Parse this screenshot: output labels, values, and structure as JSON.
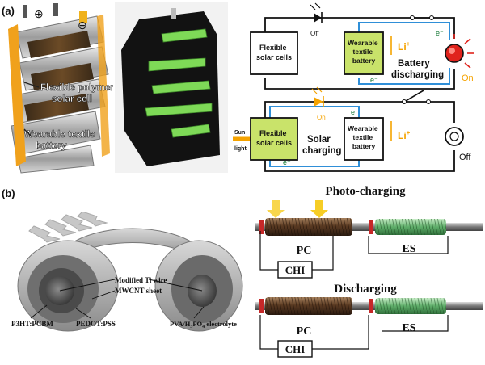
{
  "panel_a": {
    "label": "(a)",
    "photo_left": {
      "labels": {
        "solar_cell": "Flexible polymer\nsolar cell",
        "battery": "Wearable textile\nbattery"
      },
      "terminals": {
        "plus": "⊕",
        "minus": "⊖"
      }
    },
    "circuit_discharging": {
      "solar_box": "Flexible\nsolar cells",
      "battery_box": "Wearable\ntextile\nbattery",
      "li": "Li",
      "li_sup": "+",
      "status": "Battery\ndischarging",
      "diode_state": "Off",
      "lamp_state": "On",
      "electron": "e⁻"
    },
    "circuit_charging": {
      "sunlight": "Sun\nlight",
      "solar_box": "Flexible\nsolar cells",
      "battery_box": "Wearable\ntextile\nbattery",
      "li": "Li",
      "li_sup": "+",
      "status": "Solar\ncharging",
      "diode_state": "On",
      "lamp_state": "Off",
      "electron": "e⁻"
    }
  },
  "panel_b": {
    "label": "(b)",
    "fiber_labels": {
      "ti_wire": "Modified Ti wire",
      "mwcnt": "MWCNT sheet",
      "p3ht": "P3HT:PCBM",
      "pedot": "PEDOT:PSS",
      "pva_prefix": "PVA/H",
      "pva_sub1": "3",
      "pva_mid": "PO",
      "pva_sub2": "4",
      "pva_suffix": " electrolyte"
    },
    "photo_charging": {
      "title": "Photo-charging",
      "pc": "PC",
      "es": "ES",
      "chi": "CHI"
    },
    "discharging": {
      "title": "Discharging",
      "pc": "PC",
      "es": "ES",
      "chi": "CHI"
    }
  },
  "colors": {
    "wire_blue": "#2f8fd8",
    "lamp_red": "#e0231c",
    "sun_orange": "#f5a300",
    "battery_green": "#c9e36a",
    "textile_green": "#7ed957"
  }
}
